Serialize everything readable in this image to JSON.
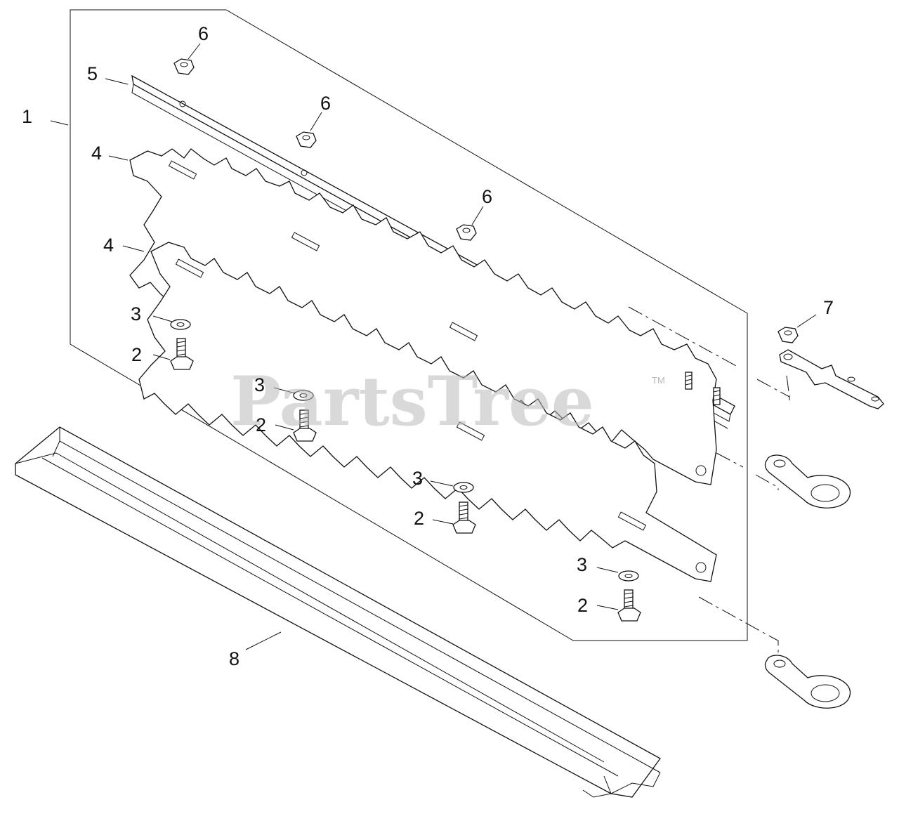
{
  "diagram": {
    "callouts": [
      "1",
      "2",
      "3",
      "4",
      "5",
      "6",
      "7",
      "8"
    ],
    "labels": {
      "c1": "1",
      "c2a": "2",
      "c2b": "2",
      "c2c": "2",
      "c2d": "2",
      "c3a": "3",
      "c3b": "3",
      "c3c": "3",
      "c3d": "3",
      "c4a": "4",
      "c4b": "4",
      "c5": "5",
      "c6a": "6",
      "c6b": "6",
      "c6c": "6",
      "c7": "7",
      "c8": "8"
    }
  },
  "watermark": {
    "text": "PartsTree",
    "trademark": "TM"
  }
}
